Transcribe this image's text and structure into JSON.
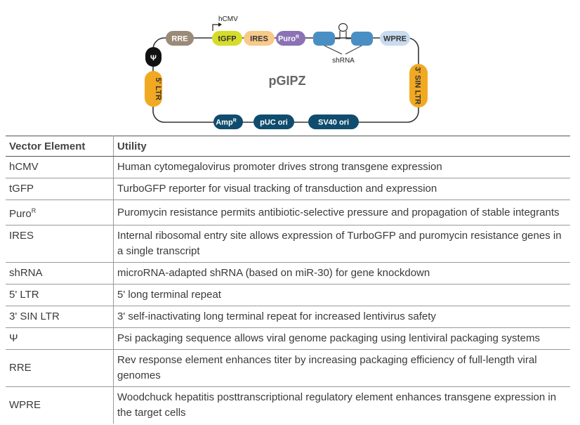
{
  "diagram": {
    "plasmid_name": "pGIPZ",
    "promoter_label": "hCMV",
    "shrna_label": "shRNA",
    "elements_top": {
      "rre": "RRE",
      "tgfp": "tGFP",
      "ires": "IRES",
      "puro": "Puro",
      "puro_sup": "R",
      "wpre": "WPRE"
    },
    "elements_left": {
      "psi": "Ψ",
      "ltr5": "5' LTR"
    },
    "elements_right": {
      "ltr3": "3' SIN LTR"
    },
    "elements_bottom": {
      "amp": "Amp",
      "amp_sup": "R",
      "puc": "pUC ori",
      "sv40": "SV40 ori"
    },
    "colors": {
      "rre": "#9a8a78",
      "tgfp": "#d6dc2a",
      "ires": "#f7c98a",
      "puro": "#8a72b4",
      "shrna": "#4a8fc4",
      "wpre": "#c9dbef",
      "psi": "#111111",
      "ltr": "#f2a922",
      "ori": "#0f4c6e"
    }
  },
  "table": {
    "headers": [
      "Vector Element",
      "Utility"
    ],
    "rows": [
      {
        "element": "hCMV",
        "utility": "Human cytomegalovirus promoter drives strong transgene expression"
      },
      {
        "element": "tGFP",
        "utility": "TurboGFP reporter for visual tracking of transduction and expression"
      },
      {
        "element": "Puro",
        "element_sup": "R",
        "utility": "Puromycin resistance permits antibiotic-selective pressure and propagation of stable integrants"
      },
      {
        "element": "IRES",
        "utility": "Internal ribosomal entry site allows expression of TurboGFP and puromycin resistance genes in a single transcript"
      },
      {
        "element": "shRNA",
        "utility": "microRNA-adapted shRNA  (based on miR-30) for gene knockdown"
      },
      {
        "element": "5' LTR",
        "utility": "5' long terminal repeat"
      },
      {
        "element": "3' SIN LTR",
        "utility": "3' self-inactivating long terminal repeat  for increased lentivirus safety"
      },
      {
        "element": "Ψ",
        "utility": "Psi packaging sequence allows viral genome packaging using lentiviral packaging systems"
      },
      {
        "element": "RRE",
        "utility": "Rev response element  enhances titer by increasing packaging efficiency of full-length viral genomes"
      },
      {
        "element": "WPRE",
        "utility": "Woodchuck hepatitis posttranscriptional regulatory element enhances transgene expression in the target cells"
      }
    ]
  }
}
